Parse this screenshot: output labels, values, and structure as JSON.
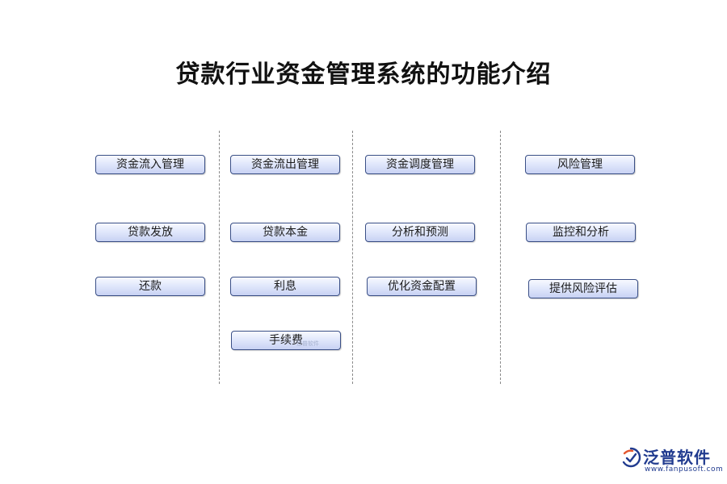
{
  "title": "贷款行业资金管理系统的功能介绍",
  "columns": [
    {
      "items": [
        "资金流入管理",
        "贷款发放",
        "还款"
      ]
    },
    {
      "items": [
        "资金流出管理",
        "贷款本金",
        "利息",
        "手续费"
      ]
    },
    {
      "items": [
        "资金调度管理",
        "分析和预测",
        "优化资金配置"
      ]
    },
    {
      "items": [
        "风险管理",
        "监控和分析",
        "提供风险评估"
      ]
    }
  ],
  "watermark": {
    "small_text": "泛普软件"
  },
  "brand": {
    "name": "泛普软件",
    "url": "www.fanpusoft.com",
    "logo_icon": "fanpu-logo-icon",
    "color": "#213b8f",
    "accent": "#e4572e"
  },
  "colors": {
    "box_border": "#3a4f86",
    "box_fill_top": "#f7f9ff",
    "box_fill_bottom": "#c8d2f3",
    "divider": "#8a8a8a"
  }
}
